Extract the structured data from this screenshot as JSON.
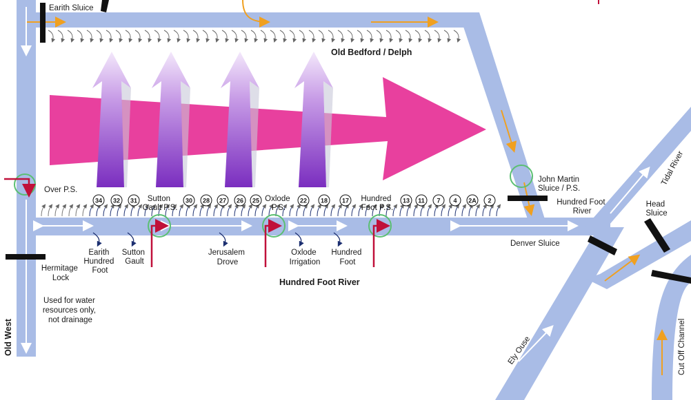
{
  "labels": {
    "earith_sluice": "Earith Sluice",
    "old_bedford": "Old Bedford / Delph",
    "over_ps": "Over P.S.",
    "sutton_gault_ps": [
      "Sutton",
      "Gault P.S."
    ],
    "oxlode_ps": [
      "Oxlode",
      "P.S."
    ],
    "hundred_foot_ps": [
      "Hundred",
      "Foot P.S."
    ],
    "john_martin": [
      "John Martin",
      "Sluice / P.S."
    ],
    "hundred_foot_river_right": [
      "Hundred Foot",
      "River"
    ],
    "head_sluice": [
      "Head",
      "Sluice"
    ],
    "tidal_river": "Tidal River",
    "denver_sluice": "Denver Sluice",
    "earith_hundred_foot": [
      "Earith",
      "Hundred",
      "Foot"
    ],
    "sutton_gault": [
      "Sutton",
      "Gault"
    ],
    "jerusalem_drove": [
      "Jerusalem",
      "Drove"
    ],
    "oxlode_irrigation": [
      "Oxlode",
      "Irrigation"
    ],
    "hundred_foot": [
      "Hundred",
      "Foot"
    ],
    "hermitage_lock": [
      "Hermitage",
      "Lock"
    ],
    "water_note": [
      "Used for water",
      "resources only,",
      "not drainage"
    ],
    "hundred_foot_river": "Hundred Foot River",
    "old_west": "Old West",
    "ely_ouse": "Ely Ouse",
    "cut_off_channel": "Cut Off Channel"
  },
  "outfalls": [
    "34",
    "32",
    "31",
    "30",
    "28",
    "27",
    "26",
    "25",
    "22",
    "18",
    "17",
    "13",
    "11",
    "7",
    "4",
    "2A",
    "2"
  ],
  "colors": {
    "river": "#a9bce6",
    "river_edge": "#8fa6d8",
    "magenta": "#e8409e",
    "purple_top": "#e9d8f5",
    "purple_bottom": "#7b2fc0",
    "orange": "#f0a020",
    "red": "#c0103a",
    "green": "#5bbf72",
    "sluice": "#111111"
  }
}
